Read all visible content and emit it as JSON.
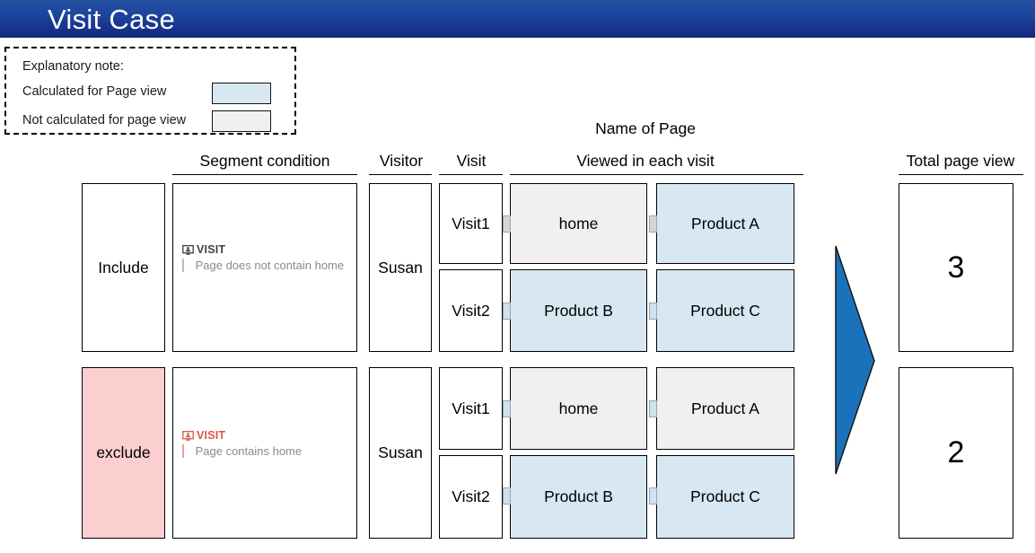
{
  "title_bar": {
    "title": "Visit Case"
  },
  "legend": {
    "heading": "Explanatory note:",
    "items": [
      {
        "label": "Calculated for Page view",
        "swatch_color": "#d7e8f2"
      },
      {
        "label": "Not calculated for page view",
        "swatch_color": "#f0f0f0"
      }
    ]
  },
  "headers": {
    "name_of_page": "Name of Page",
    "segment_condition": "Segment condition",
    "visitor": "Visitor",
    "visit": "Visit",
    "viewed_in_each_visit": "Viewed in each visit",
    "total_page_view": "Total page view"
  },
  "colors": {
    "title_bar_top": "#24519f",
    "title_bar_bottom": "#14287e",
    "calculated": "#d7e8f2",
    "not_calculated": "#f0f0f0",
    "exclude": "#fbcfcf",
    "arrow": "#1a72bb",
    "visit_label_red": "#e0554a"
  },
  "rows": [
    {
      "mode": "Include",
      "segment": {
        "icon": "visit-person-icon",
        "scope_label": "VISIT",
        "rule": "Page does not contain home"
      },
      "visitor": "Susan",
      "visits": [
        {
          "label": "Visit1",
          "pages": [
            {
              "name": "home",
              "state": "not_calculated"
            },
            {
              "name": "Product A",
              "state": "calculated"
            }
          ]
        },
        {
          "label": "Visit2",
          "pages": [
            {
              "name": "Product B",
              "state": "calculated"
            },
            {
              "name": "Product C",
              "state": "calculated"
            }
          ]
        }
      ],
      "total_page_view": "3"
    },
    {
      "mode": "exclude",
      "segment": {
        "icon": "visit-person-icon",
        "scope_label": "VISIT",
        "rule": "Page contains home"
      },
      "visitor": "Susan",
      "visits": [
        {
          "label": "Visit1",
          "pages": [
            {
              "name": "home",
              "state": "not_calculated"
            },
            {
              "name": "Product A",
              "state": "not_calculated"
            }
          ]
        },
        {
          "label": "Visit2",
          "pages": [
            {
              "name": "Product B",
              "state": "calculated"
            },
            {
              "name": "Product C",
              "state": "calculated"
            }
          ]
        }
      ],
      "total_page_view": "2"
    }
  ]
}
